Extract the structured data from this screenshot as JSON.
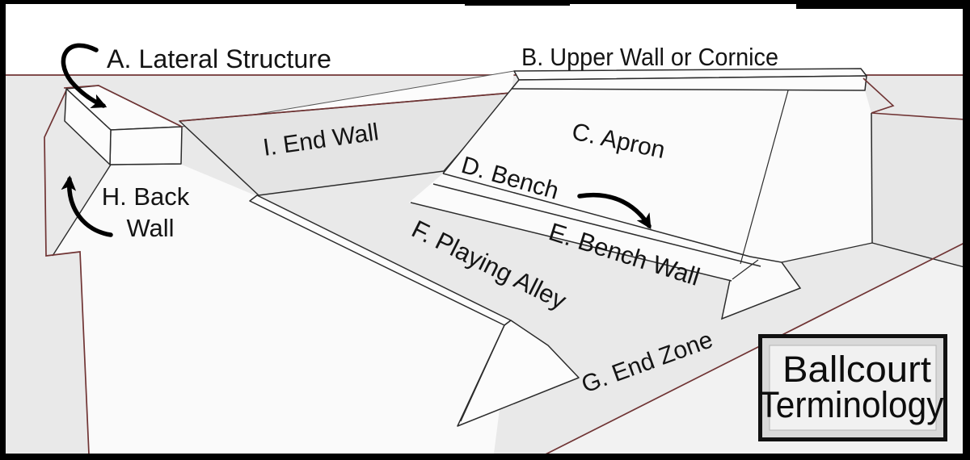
{
  "diagram": {
    "title": {
      "line1": "Ballcourt",
      "line2": "Terminology"
    },
    "labels": {
      "a": "A. Lateral Structure",
      "b": "B. Upper Wall or Cornice",
      "c": "C. Apron",
      "d": "D. Bench",
      "e": "E. Bench Wall",
      "f": "F. Playing Alley",
      "g": "G. End Zone",
      "h_line1": "H. Back",
      "h_line2": "Wall",
      "i": "I. End Wall"
    },
    "colors": {
      "outline": "#2b2b2b",
      "maroon_edge": "#703434",
      "ground_gray": "#e9e9e9",
      "ground_light": "#f2f2f2",
      "wall_gray": "#e4e4e4",
      "slab_gray": "#e6e6e6",
      "face_white": "#fbfbfb",
      "frame_black": "#000000",
      "title_panel": "#f1f1f1",
      "title_band": "#d9d9d9"
    }
  }
}
